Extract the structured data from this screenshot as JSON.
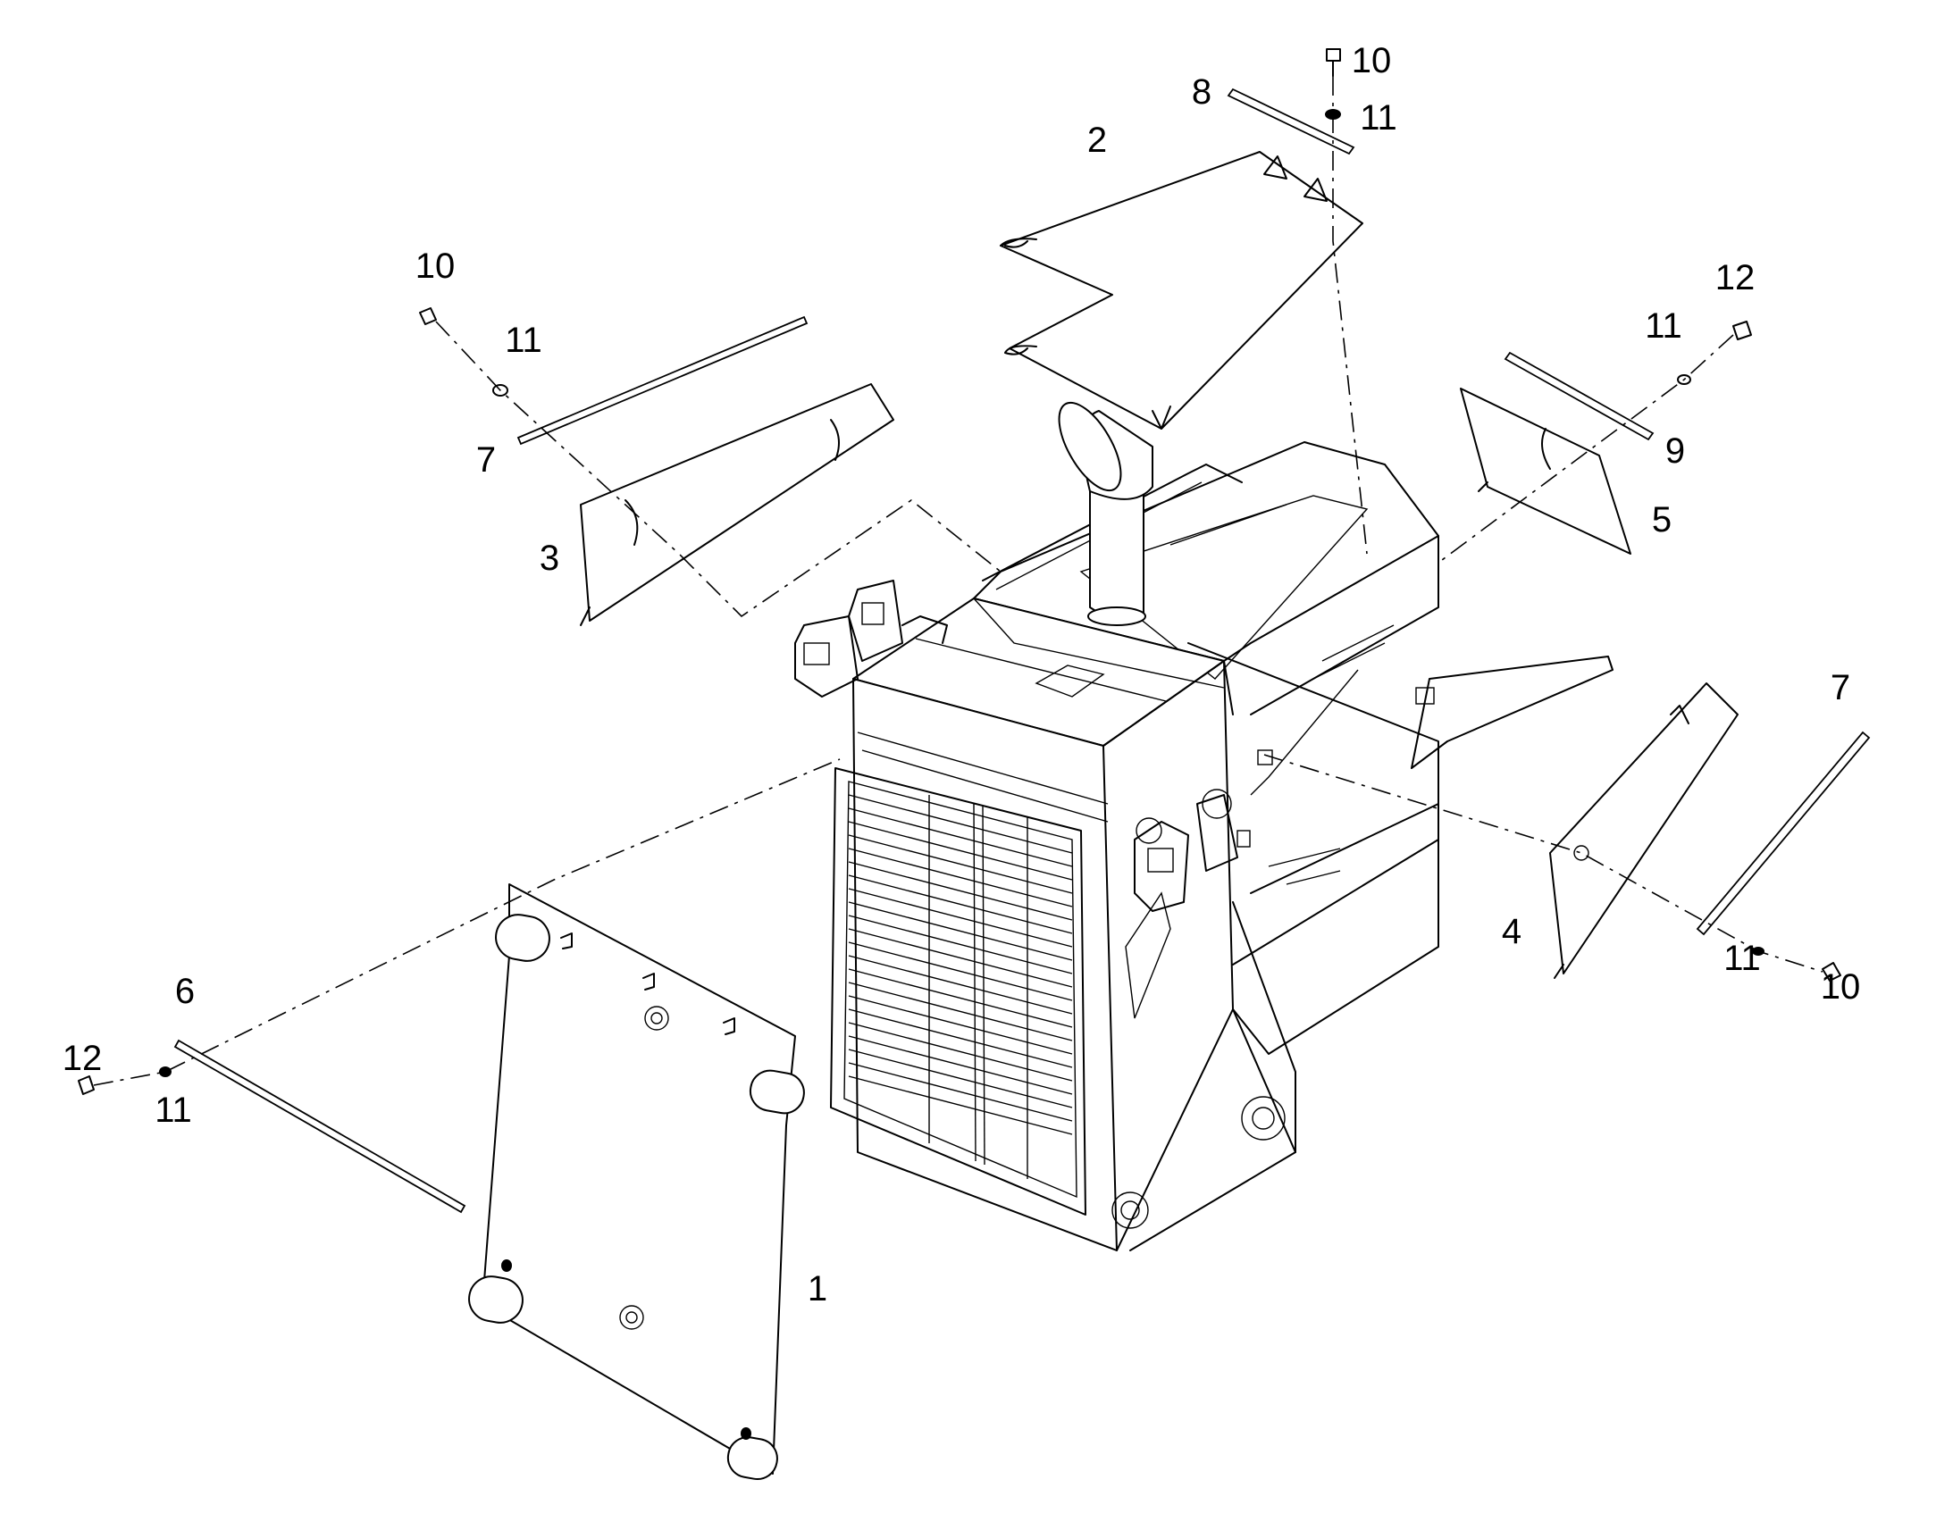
{
  "callouts": [
    {
      "id": "c1",
      "label": "1"
    },
    {
      "id": "c2",
      "label": "2"
    },
    {
      "id": "c3",
      "label": "3"
    },
    {
      "id": "c4",
      "label": "4"
    },
    {
      "id": "c5",
      "label": "5"
    },
    {
      "id": "c6",
      "label": "6"
    },
    {
      "id": "c7a",
      "label": "7"
    },
    {
      "id": "c7b",
      "label": "7"
    },
    {
      "id": "c8",
      "label": "8"
    },
    {
      "id": "c9",
      "label": "9"
    },
    {
      "id": "c10a",
      "label": "10"
    },
    {
      "id": "c10b",
      "label": "10"
    },
    {
      "id": "c10c",
      "label": "10"
    },
    {
      "id": "c11a",
      "label": "11"
    },
    {
      "id": "c11b",
      "label": "11"
    },
    {
      "id": "c11c",
      "label": "11"
    },
    {
      "id": "c11d",
      "label": "11"
    },
    {
      "id": "c11e",
      "label": "11"
    },
    {
      "id": "c12a",
      "label": "12"
    },
    {
      "id": "c12b",
      "label": "12"
    }
  ]
}
